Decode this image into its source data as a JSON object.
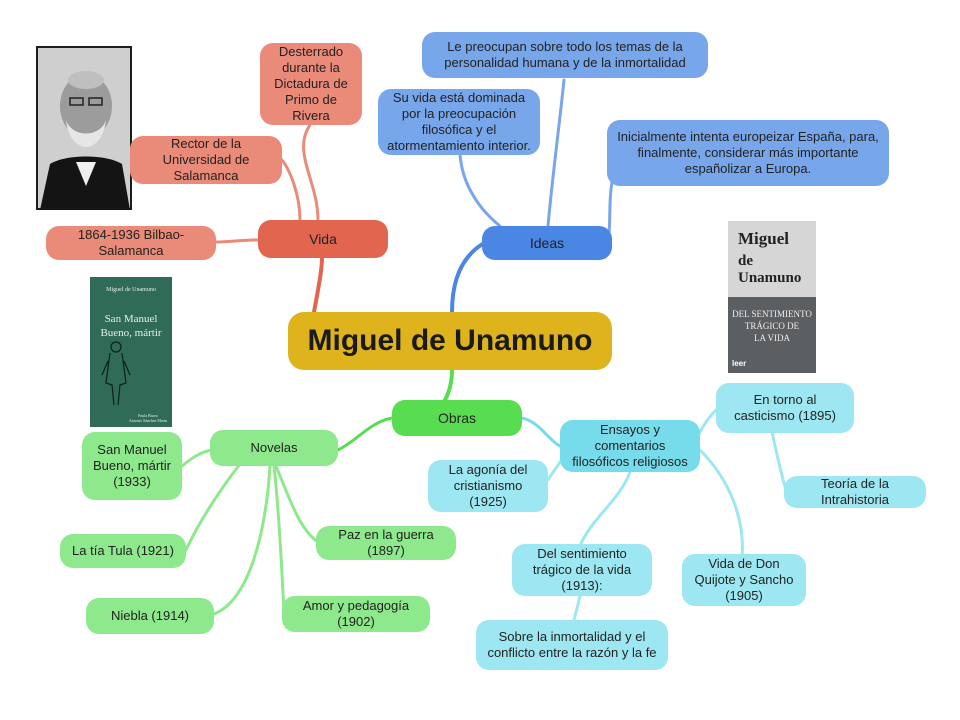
{
  "center": "Miguel de Unamuno",
  "vida": {
    "label": "Vida",
    "items": [
      "Desterrado durante la Dictadura de Primo de Rivera",
      "Rector de la Universidad de Salamanca",
      "1864-1936 Bilbao-Salamanca"
    ]
  },
  "ideas": {
    "label": "Ideas",
    "items": [
      "Le preocupan sobre todo los temas de la personalidad humana y de la inmortalidad",
      "Su vida está dominada por la preocupación filosófica y el atormentamiento interior.",
      "Inicialmente intenta europeizar España, para, finalmente, considerar más importante españolizar a Europa."
    ]
  },
  "obras": {
    "label": "Obras",
    "novelas": {
      "label": "Novelas",
      "items": [
        "San Manuel Bueno, mártir (1933)",
        "La tía Tula (1921)",
        "Niebla (1914)",
        "Paz en la guerra (1897)",
        "Amor y pedagogía (1902)"
      ]
    },
    "ensayos": {
      "label": "Ensayos y comentarios filosóficos religiosos",
      "items": [
        "En torno al casticismo (1895)",
        "Teoría de la Intrahistoria",
        "La agonía del cristianismo (1925)",
        "Del sentimiento trágico de la vida (1913):",
        "Vida de Don Quijote y Sancho (1905)",
        "Sobre la inmortalidad y el conflicto entre la razón y la fe"
      ]
    }
  },
  "book1": {
    "author": "Miguel de Unamuno",
    "title_line1": "San Manuel",
    "title_line2": "Bueno, mártir",
    "editors_line1": "Paula Bravo",
    "editors_line2": "Antonio Sánchez Marín"
  },
  "book2": {
    "author_line1": "Miguel",
    "author_line2": "de Unamuno",
    "title_line1": "Del sentimiento",
    "title_line2": "trágico de",
    "title_line3": "la vida",
    "publisher": "leer"
  },
  "colors": {
    "vida": "#e2664f",
    "ideas": "#4a86e4",
    "obras": "#57dd4f",
    "ensayos": "#76dbea",
    "center": "#deb31c"
  }
}
